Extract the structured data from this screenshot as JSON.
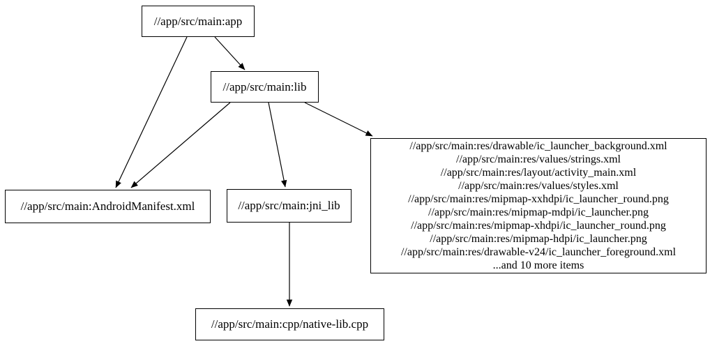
{
  "graph": {
    "background_color": "#ffffff",
    "line_color": "#000000",
    "nodes": {
      "app": {
        "label": "//app/src/main:app"
      },
      "lib": {
        "label": "//app/src/main:lib"
      },
      "manifest": {
        "label": "//app/src/main:AndroidManifest.xml"
      },
      "jni_lib": {
        "label": "//app/src/main:jni_lib"
      },
      "cpp": {
        "label": "//app/src/main:cpp/native-lib.cpp"
      },
      "resources": {
        "lines": [
          "//app/src/main:res/drawable/ic_launcher_background.xml",
          "//app/src/main:res/values/strings.xml",
          "//app/src/main:res/layout/activity_main.xml",
          "//app/src/main:res/values/styles.xml",
          "//app/src/main:res/mipmap-xxhdpi/ic_launcher_round.png",
          "//app/src/main:res/mipmap-mdpi/ic_launcher.png",
          "//app/src/main:res/mipmap-xhdpi/ic_launcher_round.png",
          "//app/src/main:res/mipmap-hdpi/ic_launcher.png",
          "//app/src/main:res/drawable-v24/ic_launcher_foreground.xml",
          "...and 10 more items"
        ]
      }
    },
    "edges": [
      {
        "from": "//app/src/main:app",
        "to": "//app/src/main:lib"
      },
      {
        "from": "//app/src/main:app",
        "to": "//app/src/main:AndroidManifest.xml"
      },
      {
        "from": "//app/src/main:lib",
        "to": "//app/src/main:AndroidManifest.xml"
      },
      {
        "from": "//app/src/main:lib",
        "to": "//app/src/main:jni_lib"
      },
      {
        "from": "//app/src/main:lib",
        "to": "resources-group"
      },
      {
        "from": "//app/src/main:jni_lib",
        "to": "//app/src/main:cpp/native-lib.cpp"
      }
    ]
  }
}
